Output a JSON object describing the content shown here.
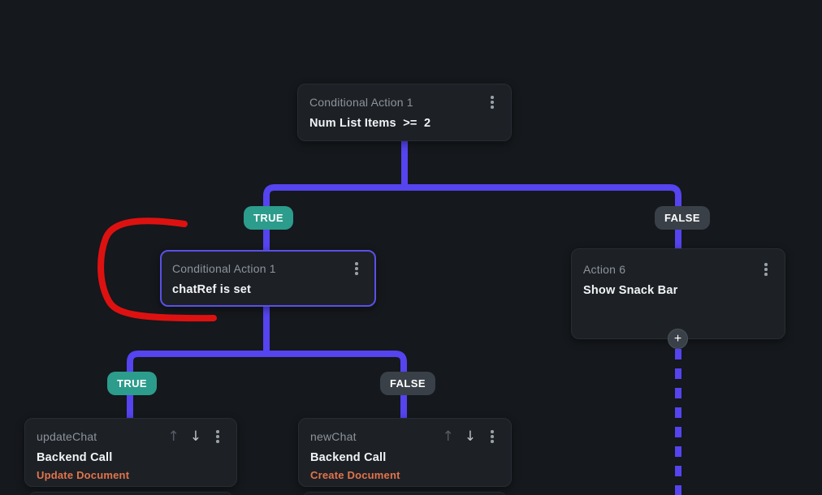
{
  "colors": {
    "background": "#15181c",
    "connector": "#5544ef",
    "card_bg": "#1d2126",
    "card_border": "#272d34",
    "selected_border": "#5a50e8",
    "true_badge_bg": "#2c9c8c",
    "false_badge_bg": "#3a4048",
    "title_text": "#8d939b",
    "body_text": "#f2f4f6",
    "accent_orange": "#e2744b",
    "annotation_red": "#de1111"
  },
  "nodes": {
    "cond1": {
      "title": "Conditional Action 1",
      "body": "Num List Items  >=  2"
    },
    "cond2": {
      "title": "Conditional Action 1",
      "body": "chatRef is set"
    },
    "action6": {
      "title": "Action 6",
      "body": "Show Snack Bar"
    },
    "update_chat": {
      "title": "updateChat",
      "body": "Backend Call",
      "subtitle": "Update Document"
    },
    "new_chat": {
      "title": "newChat",
      "body": "Backend Call",
      "subtitle": "Create Document"
    }
  },
  "badges": {
    "branch1_true": "TRUE",
    "branch1_false": "FALSE",
    "branch2_true": "TRUE",
    "branch2_false": "FALSE"
  },
  "buttons": {
    "add_action": "+"
  },
  "icons": {
    "kebab": "kebab-menu",
    "move_up": "arrow-up",
    "move_down": "arrow-down",
    "plus": "plus"
  }
}
